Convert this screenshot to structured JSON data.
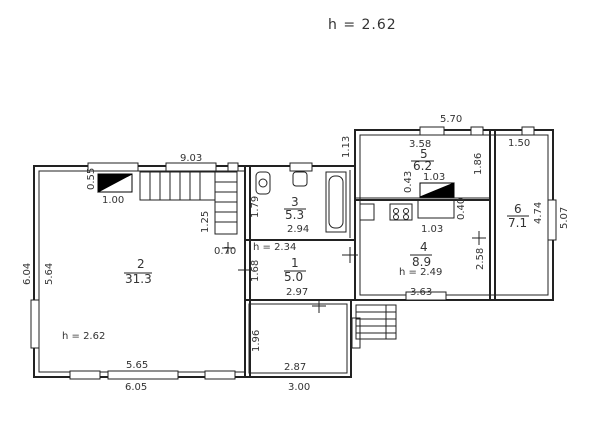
{
  "header": {
    "ceiling_height": "h  =  2.62"
  },
  "rooms": {
    "r1": {
      "number": "1",
      "area": "5.0"
    },
    "r2": {
      "number": "2",
      "area": "31.3"
    },
    "r3": {
      "number": "3",
      "area": "5.3"
    },
    "r4": {
      "number": "4",
      "area": "8.9"
    },
    "r5": {
      "number": "5",
      "area": "6.2"
    },
    "r6": {
      "number": "6",
      "area": "7.1"
    }
  },
  "heights": {
    "main": "h  =  2.62",
    "hall": "h  =  2.34",
    "kitchen": "h  =  2.49"
  },
  "dims": {
    "d_903": "9.03",
    "d_055": "0.55",
    "d_100": "1.00",
    "d_125": "1.25",
    "d_070": "0.70",
    "d_604": "6.04",
    "d_564": "5.64",
    "d_565": "5.65",
    "d_605": "6.05",
    "d_113": "1.13",
    "d_179": "1.79",
    "d_294": "2.94",
    "d_168": "1.68",
    "d_297": "2.97",
    "d_196": "1.96",
    "d_287": "2.87",
    "d_300": "3.00",
    "d_570": "5.70",
    "d_358": "3.58",
    "d_103a": "1.03",
    "d_043": "0.43",
    "d_186": "1.86",
    "d_040": "0.40",
    "d_103b": "1.03",
    "d_258": "2.58",
    "d_363": "3.63",
    "d_150": "1.50",
    "d_474": "4.74",
    "d_507": "5.07"
  }
}
